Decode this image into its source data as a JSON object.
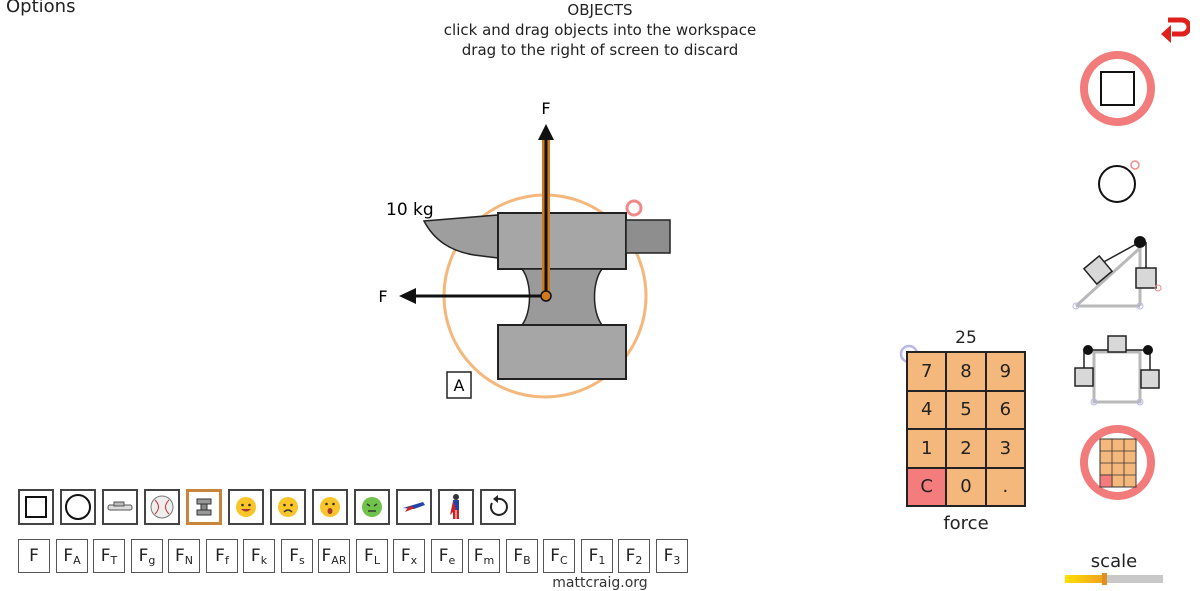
{
  "options_label": "Options",
  "header": {
    "title": "OBJECTS",
    "line1": "click and drag objects into the workspace",
    "line2": "drag to the right of screen to discard"
  },
  "workspace": {
    "mass_label": "10 kg",
    "force_up_label": "F",
    "force_left_label": "F",
    "anchor_label": "A"
  },
  "palette": [
    {
      "name": "square-object",
      "icon": "square"
    },
    {
      "name": "circle-object",
      "icon": "circle"
    },
    {
      "name": "car-object",
      "icon": "car"
    },
    {
      "name": "baseball-object",
      "icon": "baseball"
    },
    {
      "name": "anvil-object",
      "icon": "anvil",
      "selected": true
    },
    {
      "name": "grin-emoji-object",
      "icon": "grin"
    },
    {
      "name": "sad-emoji-object",
      "icon": "sad"
    },
    {
      "name": "surprised-emoji-object",
      "icon": "surprised"
    },
    {
      "name": "sick-emoji-object",
      "icon": "sick"
    },
    {
      "name": "superhero-flying-object",
      "icon": "hero-fly"
    },
    {
      "name": "superhero-standing-object",
      "icon": "hero-stand"
    },
    {
      "name": "reset",
      "icon": "rotate"
    }
  ],
  "force_buttons": [
    {
      "base": "F",
      "sub": ""
    },
    {
      "base": "F",
      "sub": "A"
    },
    {
      "base": "F",
      "sub": "T"
    },
    {
      "base": "F",
      "sub": "g"
    },
    {
      "base": "F",
      "sub": "N"
    },
    {
      "base": "F",
      "sub": "f"
    },
    {
      "base": "F",
      "sub": "k"
    },
    {
      "base": "F",
      "sub": "s"
    },
    {
      "base": "F",
      "sub": "AR"
    },
    {
      "base": "F",
      "sub": "L"
    },
    {
      "base": "F",
      "sub": "x"
    },
    {
      "base": "F",
      "sub": "e"
    },
    {
      "base": "F",
      "sub": "m"
    },
    {
      "base": "F",
      "sub": "B"
    },
    {
      "base": "F",
      "sub": "C"
    },
    {
      "base": "F",
      "sub": "1"
    },
    {
      "base": "F",
      "sub": "2"
    },
    {
      "base": "F",
      "sub": "3"
    }
  ],
  "site": "mattcraig.org",
  "keypad": {
    "value": "25",
    "label": "force",
    "keys": [
      "7",
      "8",
      "9",
      "4",
      "5",
      "6",
      "1",
      "2",
      "3",
      "C",
      "0",
      "."
    ]
  },
  "right_tools": [
    {
      "name": "square-tool",
      "icon": "square",
      "selected": true
    },
    {
      "name": "circle-tool",
      "icon": "circle"
    },
    {
      "name": "incline-pulley-tool",
      "icon": "incline"
    },
    {
      "name": "double-pulley-tool",
      "icon": "pulley"
    },
    {
      "name": "keypad-tool",
      "icon": "keypad",
      "selected": true
    }
  ],
  "scale": {
    "label": "scale",
    "value": 0.4
  },
  "colors": {
    "accent_orange": "#f5b87c",
    "selection_red": "#f27c7c",
    "ring_orange": "#f5b87c",
    "undo_red": "#e0201c"
  }
}
